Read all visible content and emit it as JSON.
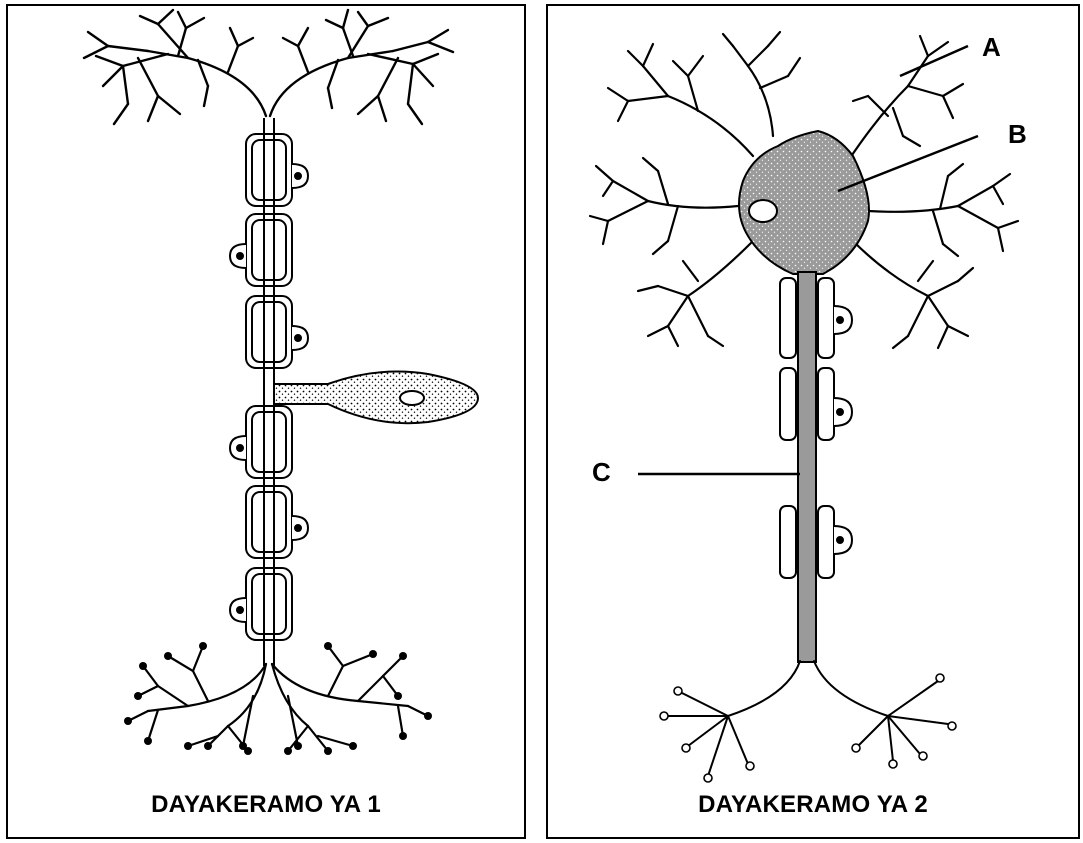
{
  "diagram_1": {
    "caption": "DAYAKERAMO YA  1"
  },
  "diagram_2": {
    "caption": "DAYAKERAMO YA 2",
    "labels": [
      "A",
      "B",
      "C"
    ]
  },
  "colors": {
    "ink": "#000000",
    "cytoplasm": "#8f8f8f",
    "background": "#ffffff"
  }
}
